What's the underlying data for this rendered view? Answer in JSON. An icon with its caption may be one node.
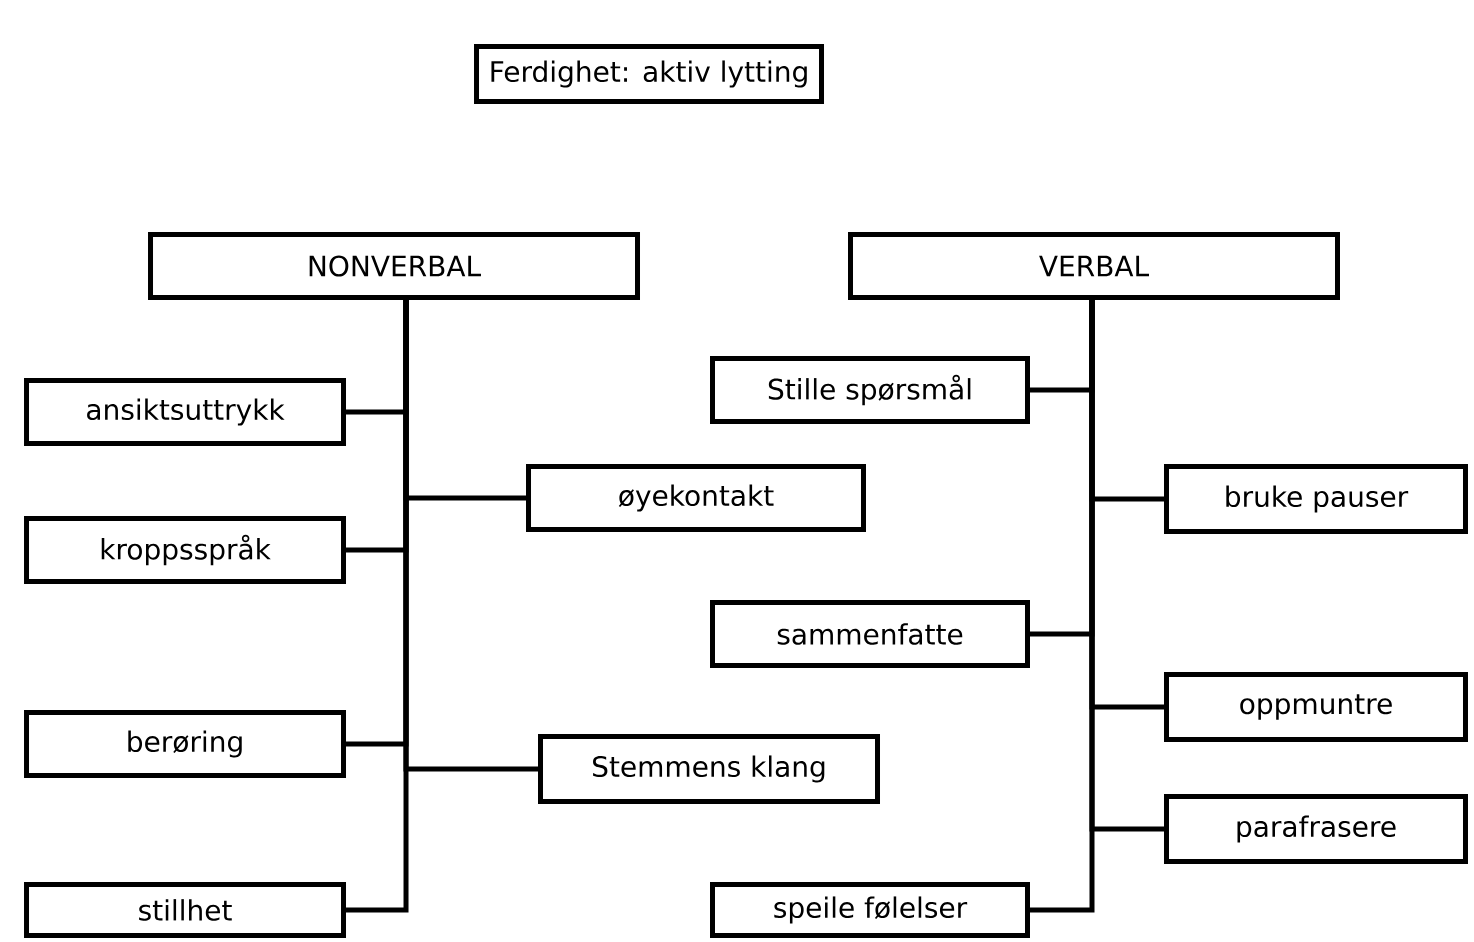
{
  "diagram": {
    "nodes": [
      {
        "text": [
          "Ferdighet: aktiv lytting"
        ]
      },
      {
        "text": [
          "NONVERBAL"
        ]
      },
      {
        "text": [
          "ansiktsuttrykk"
        ]
      },
      {
        "text": [
          "øyekontakt"
        ]
      },
      {
        "text": [
          "kroppsspråk"
        ]
      },
      {
        "text": [
          "berøring"
        ]
      },
      {
        "text": [
          "Stemmens klang"
        ]
      },
      {
        "text": [
          "stillhet"
        ]
      },
      {
        "text": [
          "VERBAL"
        ]
      },
      {
        "text": [
          "Stille spørsmål"
        ]
      },
      {
        "text": [
          "bruke pauser"
        ]
      },
      {
        "text": [
          "sammenfatte"
        ]
      },
      {
        "text": [
          "oppmuntre"
        ]
      },
      {
        "text": [
          "parafrasere"
        ]
      },
      {
        "text": [
          "speile følelser"
        ]
      }
    ],
    "edges": [
      {
        "from": 1,
        "to": 2,
        "arrow": "none"
      },
      {
        "from": 1,
        "to": 3,
        "arrow": "none"
      },
      {
        "from": 1,
        "to": 4,
        "arrow": "none"
      },
      {
        "from": 1,
        "to": 5,
        "arrow": "none"
      },
      {
        "from": 1,
        "to": 6,
        "arrow": "none"
      },
      {
        "from": 1,
        "to": 7,
        "arrow": "none"
      },
      {
        "from": 8,
        "to": 9,
        "arrow": "none"
      },
      {
        "from": 8,
        "to": 10,
        "arrow": "none"
      },
      {
        "from": 8,
        "to": 11,
        "arrow": "none"
      },
      {
        "from": 8,
        "to": 12,
        "arrow": "none"
      },
      {
        "from": 8,
        "to": 13,
        "arrow": "none"
      },
      {
        "from": 8,
        "to": 14,
        "arrow": "none"
      }
    ]
  }
}
